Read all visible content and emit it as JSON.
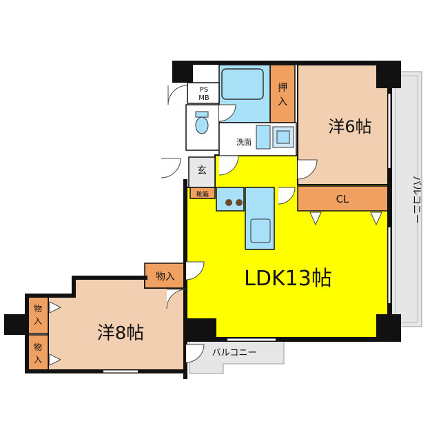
{
  "rooms": {
    "ldk": {
      "label": "LDK13帖",
      "color": "#ffff00"
    },
    "western_6": {
      "label": "洋6帖",
      "color": "#f2cfb0"
    },
    "western_8": {
      "label": "洋8帖",
      "color": "#f2cfb0"
    }
  },
  "storage": {
    "closet_label": "CL",
    "push_in_label": "押入",
    "storage_label": "物入",
    "storage_left_top": "物入",
    "storage_left_bottom": "物入",
    "storage_color": "#f0a060"
  },
  "utility": {
    "ps_label": "PS",
    "mb_label": "MB",
    "washroom_label": "洗面",
    "entrance_label": "玄",
    "shoe_box_label": "靴箱",
    "wet_area_color": "#a8e0f8"
  },
  "balconies": {
    "east_label": "バルコニー",
    "south_label": "バルコニー",
    "color": "#e6e6e6"
  },
  "colors": {
    "wall": "#111111",
    "stove": "#6b4a2b"
  }
}
